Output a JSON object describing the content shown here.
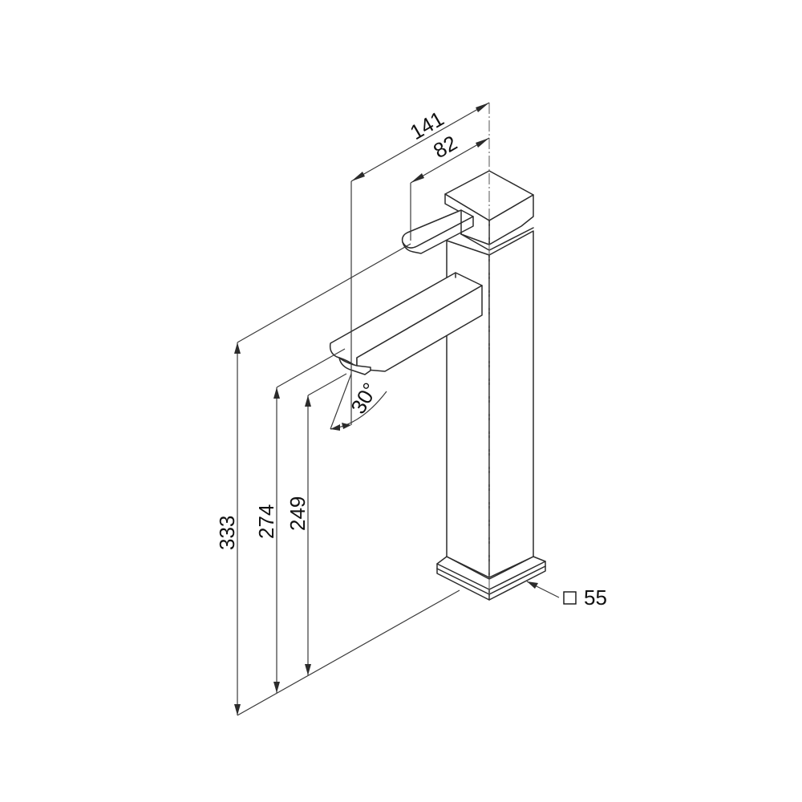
{
  "drawing": {
    "subject": "Tall basin mixer faucet — isometric technical drawing",
    "units": "mm",
    "dimensions": {
      "overall_depth": "141",
      "handle_depth": "82",
      "overall_height": "333",
      "spout_height": "274",
      "outlet_height": "249",
      "spout_angle": "30°",
      "base_square": "55",
      "base_square_symbol": "□"
    },
    "colors": {
      "line": "#2b2b2b",
      "background": "#ffffff",
      "text": "#111111"
    }
  }
}
